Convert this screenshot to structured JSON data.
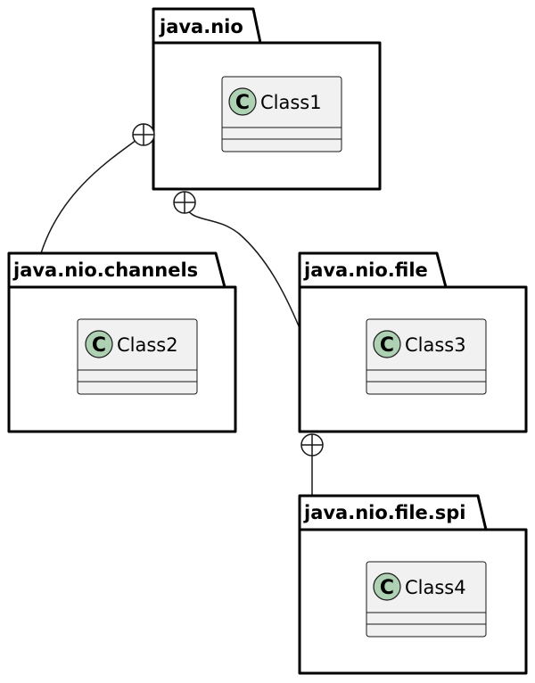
{
  "diagram": {
    "packages": [
      {
        "id": "pkg-java-nio",
        "title": "java.nio",
        "classes": [
          {
            "name": "Class1",
            "stereotype": "C"
          }
        ]
      },
      {
        "id": "pkg-java-nio-channels",
        "title": "java.nio.channels",
        "classes": [
          {
            "name": "Class2",
            "stereotype": "C"
          }
        ]
      },
      {
        "id": "pkg-java-nio-file",
        "title": "java.nio.file",
        "classes": [
          {
            "name": "Class3",
            "stereotype": "C"
          }
        ]
      },
      {
        "id": "pkg-java-nio-file-spi",
        "title": "java.nio.file.spi",
        "classes": [
          {
            "name": "Class4",
            "stereotype": "C"
          }
        ]
      }
    ],
    "relations": [
      {
        "from": "java.nio",
        "to": "java.nio.channels",
        "type": "nested"
      },
      {
        "from": "java.nio",
        "to": "java.nio.file",
        "type": "nested"
      },
      {
        "from": "java.nio.file",
        "to": "java.nio.file.spi",
        "type": "nested"
      }
    ],
    "colors": {
      "class_fill": "#f1f1f1",
      "class_circle": "#add1b2",
      "border": "#181818",
      "package_border": "#000000",
      "background": "#ffffff"
    }
  }
}
